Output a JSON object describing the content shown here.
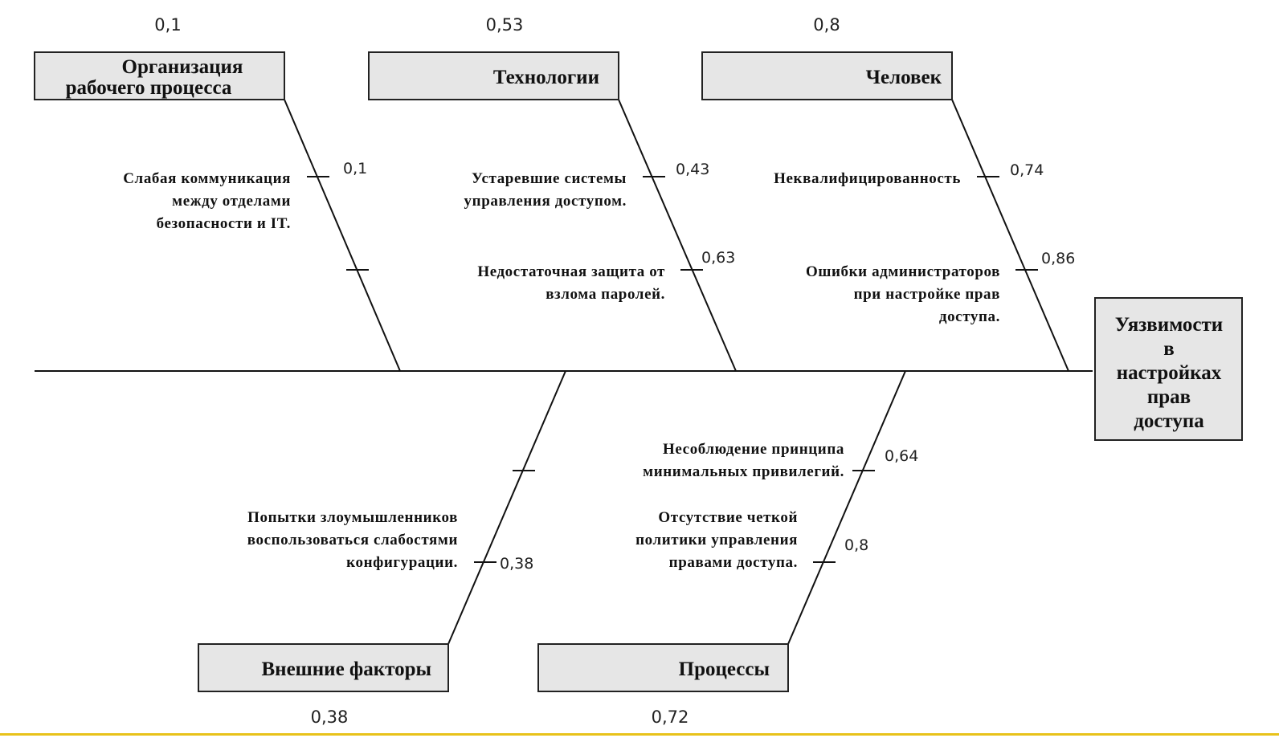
{
  "effect": {
    "lines": [
      "Уязвимости",
      "в",
      "настройках",
      "прав",
      "доступа"
    ]
  },
  "categories": {
    "organization": {
      "lines": [
        "Организация",
        "рабочего процесса"
      ],
      "weight": "0,1"
    },
    "technology": {
      "lines": [
        "Технологии"
      ],
      "weight": "0,53"
    },
    "human": {
      "lines": [
        "Человек"
      ],
      "weight": "0,8"
    },
    "external": {
      "lines": [
        "Внешние факторы"
      ],
      "weight": "0,38"
    },
    "processes": {
      "lines": [
        "Процессы"
      ],
      "weight": "0,72"
    }
  },
  "causes": {
    "weak_communication": {
      "lines": [
        "Слабая коммуникация",
        "между отделами",
        "безопасности и IT."
      ],
      "weight": "0,1"
    },
    "outdated_systems": {
      "lines": [
        "Устаревшие  системы",
        "управления доступом."
      ],
      "weight": "0,43"
    },
    "password_protection": {
      "lines": [
        "Недостаточная защита от",
        "взлома паролей."
      ],
      "weight": "0,63"
    },
    "unqualified": {
      "lines": [
        "Неквалифицированность"
      ],
      "weight": "0,74"
    },
    "admin_errors": {
      "lines": [
        "Ошибки администраторов",
        "при настройке прав",
        "доступа."
      ],
      "weight": "0,86"
    },
    "least_privilege": {
      "lines": [
        "Несоблюдение принципа",
        "минимальных привилегий."
      ],
      "weight": "0,64"
    },
    "no_policy": {
      "lines": [
        "Отсутствие четкой",
        "политики управления",
        "правами доступа."
      ],
      "weight": "0,8"
    },
    "attackers": {
      "lines": [
        "Попытки злоумышленников",
        "воспользоваться слабостями",
        "конфигурации."
      ],
      "weight": "0,38"
    }
  }
}
